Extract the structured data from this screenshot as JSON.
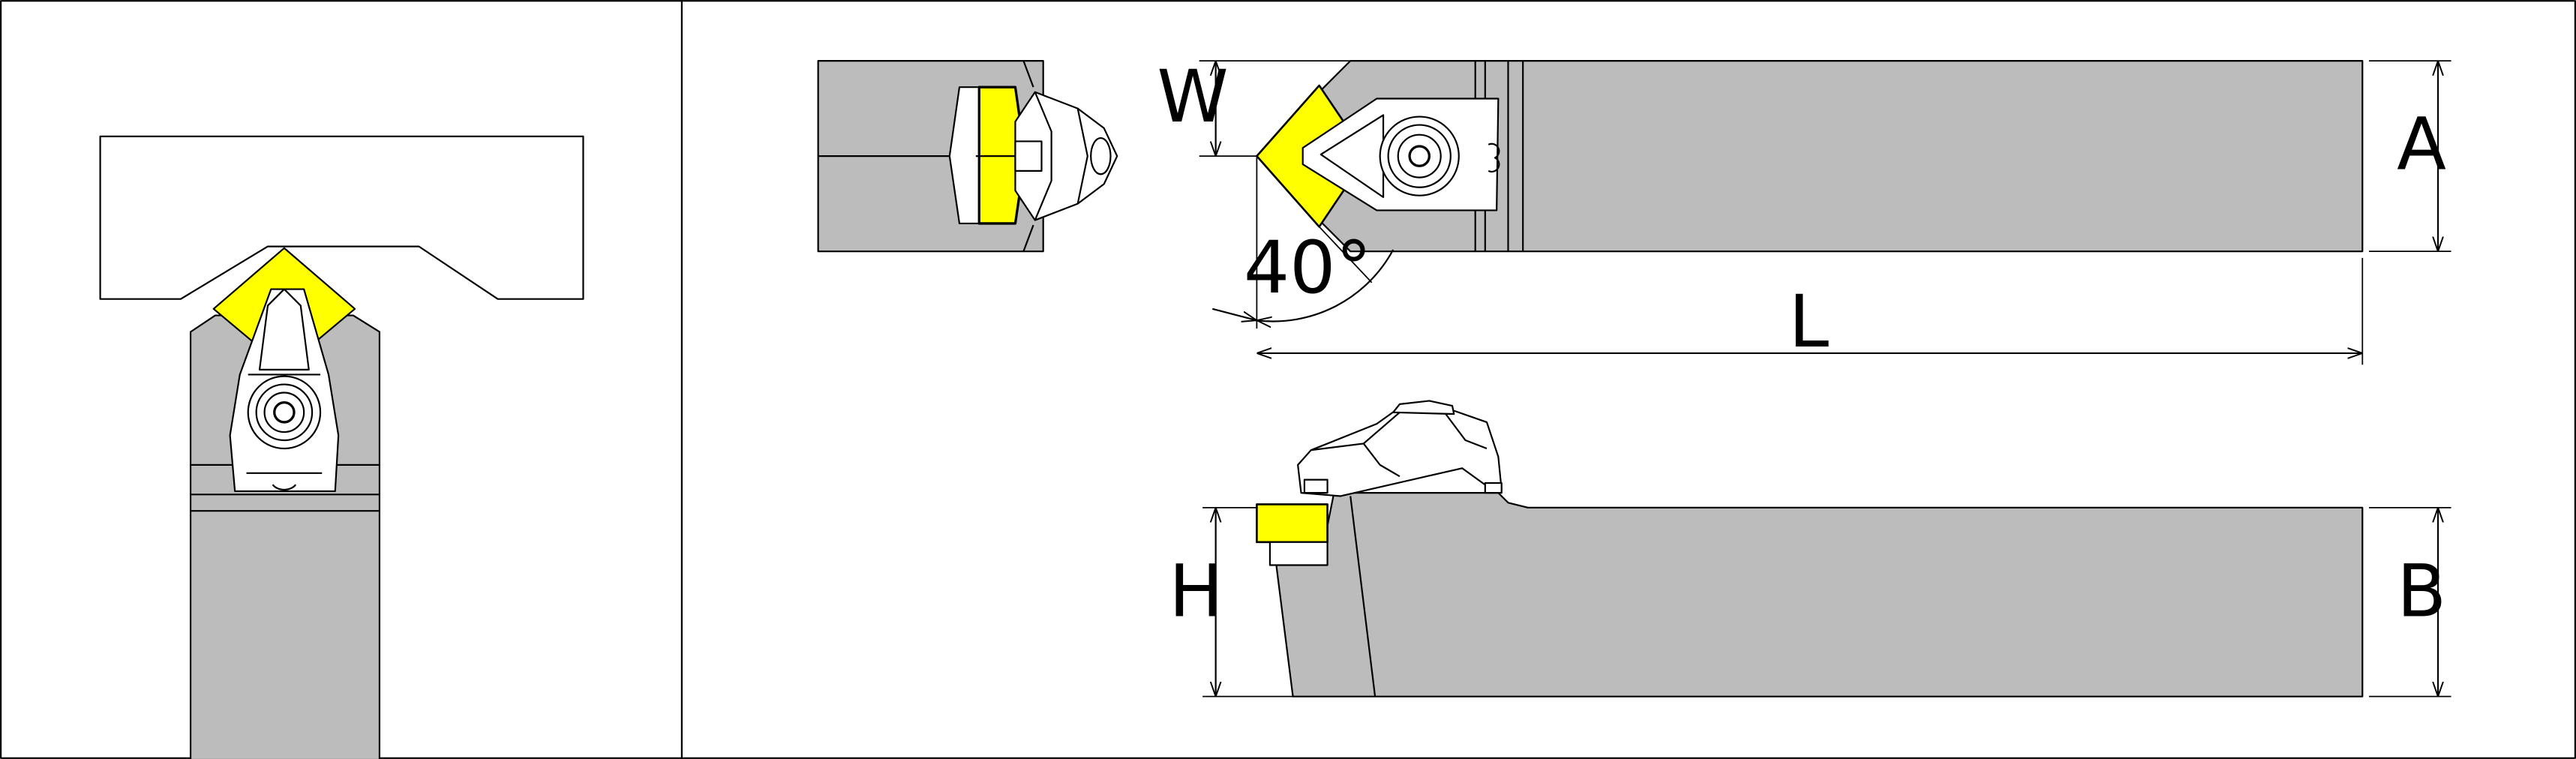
{
  "colors": {
    "body": "#bcbcbc",
    "insert": "#ffff00",
    "line": "#000000",
    "background": "#ffffff"
  },
  "dimensions": {
    "w_label": "W",
    "a_label": "A",
    "l_label": "L",
    "h_label": "H",
    "b_label": "B",
    "angle_label": "40°"
  }
}
